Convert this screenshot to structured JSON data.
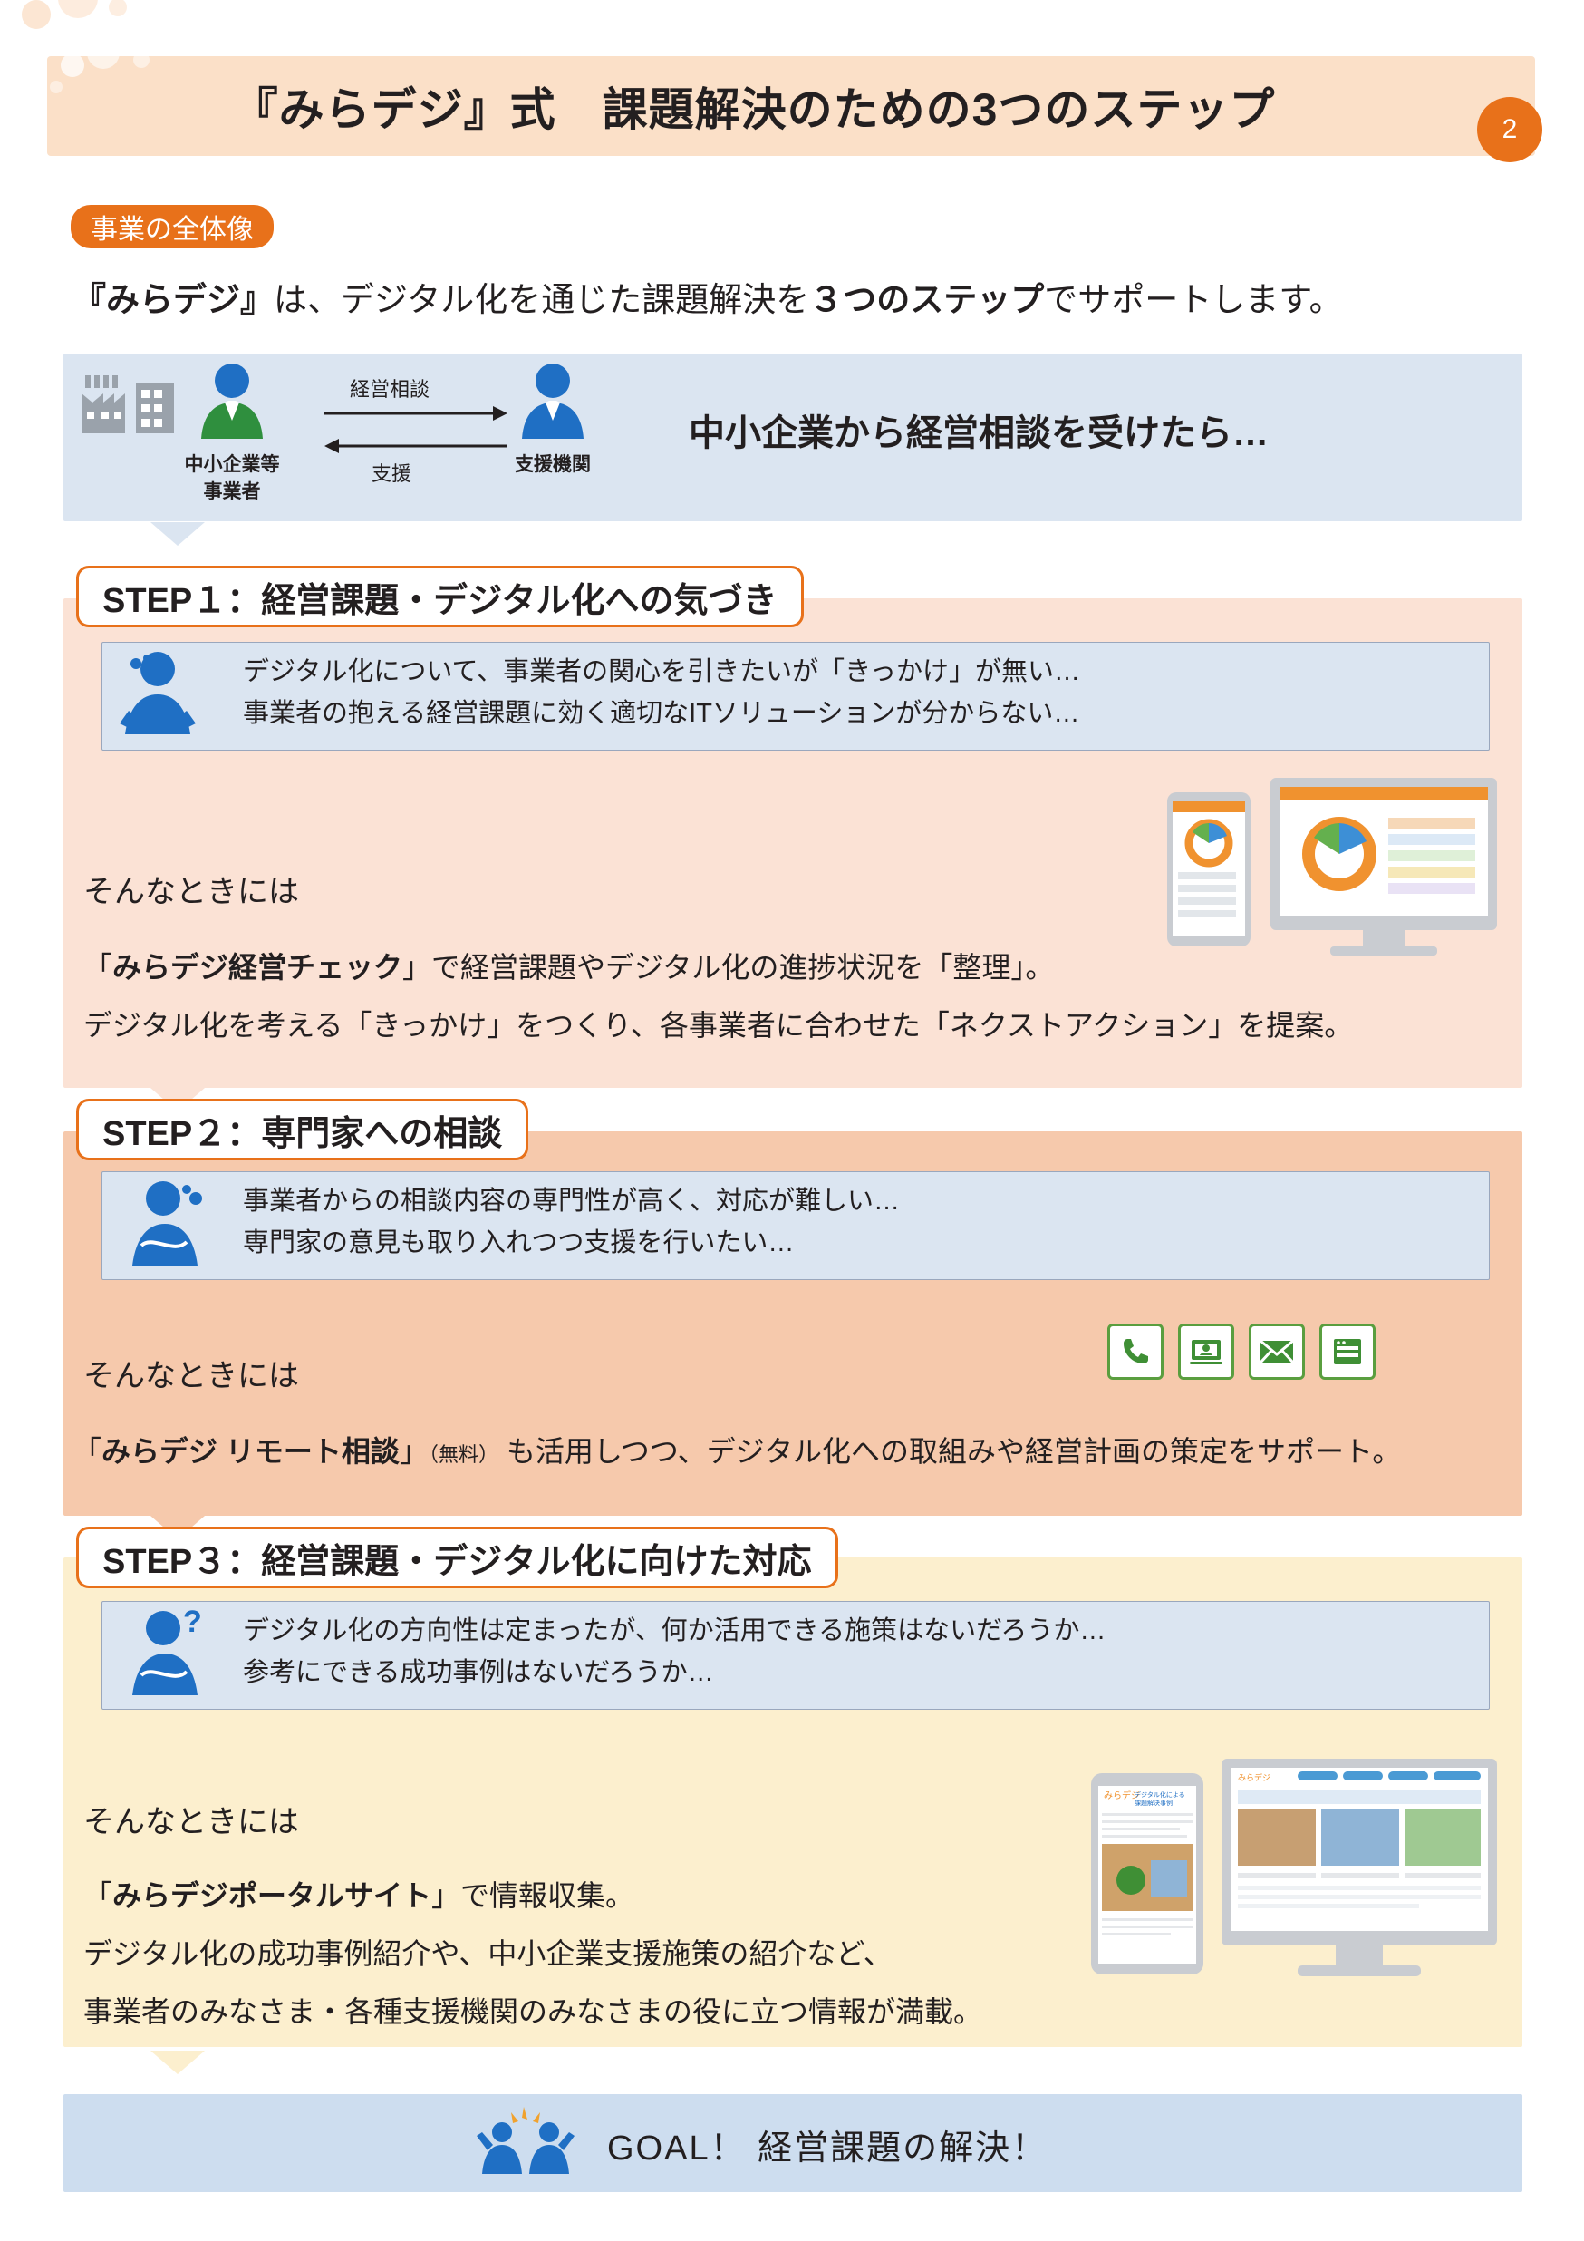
{
  "header": {
    "title": "『みらデジ』式　課題解決のための3つのステップ",
    "page_number": "2",
    "band_color": "#fbe0c8",
    "badge_color": "#e8711a"
  },
  "overview": {
    "tag": "事業の全体像",
    "lead_parts": {
      "p1": "『みらデジ』",
      "p2": "は、デジタル化を通じた課題解決を",
      "p3": "３つのステップ",
      "p4": "でサポートします。"
    },
    "caption": "中小企業から経営相談を受けたら…",
    "flow": {
      "top_label": "経営相談",
      "bottom_label": "支援",
      "left_actor_line1": "中小企業等",
      "left_actor_line2": "事業者",
      "right_actor": "支援機関"
    },
    "box_color": "#dbe5f1"
  },
  "steps": [
    {
      "head": "STEP１：経営課題・デジタル化への気づき",
      "issue_line1": "デジタル化について、事業者の関心を引きたいが「きっかけ」が無い…",
      "issue_line2": "事業者の抱える経営課題に効く適切なITソリューションが分からない…",
      "sonna": "そんなときには",
      "body": [
        {
          "pre": "「",
          "bold": "みらデジ経営チェック",
          "post": "」で経営課題やデジタル化の進捗状況を「整理」。"
        },
        {
          "pre": "デジタル化を考える「きっかけ」をつくり、各事業者に合わせた「ネクストアクション」を提案。",
          "bold": "",
          "post": ""
        }
      ],
      "bg_color": "#fbe2d5"
    },
    {
      "head": "STEP２：専門家への相談",
      "issue_line1": "事業者からの相談内容の専門性が高く、対応が難しい…",
      "issue_line2": "専門家の意見も取り入れつつ支援を行いたい…",
      "sonna": "そんなときには",
      "body_pre": "「",
      "body_bold": "みらデジ リモート相談",
      "body_note": "（無料）",
      "body_post": "」　　　も活用しつつ、デジタル化への取組みや経営計画の策定をサポート。",
      "contact_icons": [
        "phone-icon",
        "video-call-icon",
        "mail-icon",
        "web-form-icon"
      ],
      "icon_color": "#5a9e3f",
      "bg_color": "#f6c9ac"
    },
    {
      "head": "STEP３：経営課題・デジタル化に向けた対応",
      "issue_line1": "デジタル化の方向性は定まったが、何か活用できる施策はないだろうか…",
      "issue_line2": "参考にできる成功事例はないだろうか…",
      "sonna": "そんなときには",
      "body": [
        {
          "pre": "「",
          "bold": "みらデジポータルサイト",
          "post": "」で情報収集。"
        },
        {
          "pre": "デジタル化の成功事例紹介や、中小企業支援施策の紹介など、",
          "bold": "",
          "post": ""
        },
        {
          "pre": "事業者のみなさま・各種支援機関のみなさまの役に立つ情報が満載。",
          "bold": "",
          "post": ""
        }
      ],
      "bg_color": "#fcefce"
    }
  ],
  "goal": {
    "text": "GOAL！ 経営課題の解決！",
    "bg_color": "#cdddef"
  },
  "device_mock": {
    "step1_portal_title": "みらデジ経営チェック",
    "step3_phone_title": "みらデジ",
    "step3_phone_sub": "デジタル化による課題解決事例"
  }
}
